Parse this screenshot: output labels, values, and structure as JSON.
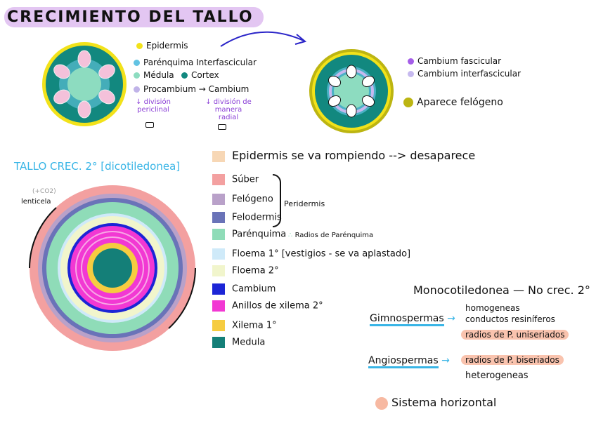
{
  "title": "CRECIMIENTO DEL TALLO",
  "primary_legend": [
    {
      "label": "Epidermis",
      "color": "#f2e21a"
    },
    {
      "label": "Parénquima Interfascicular",
      "color": "#62c3e3"
    },
    {
      "label": "Médula",
      "color": "#8ddcc0"
    },
    {
      "label": "Cortex",
      "color": "#12887f"
    },
    {
      "label": "Procambium",
      "color": "#c0b3e8"
    }
  ],
  "procambium_arrow": "→ Cambium",
  "note_left": "↓ división periclinal",
  "note_right": "↓ división de manera radial",
  "secondary_legend_top": [
    {
      "label": "Cambium fascicular",
      "color": "#a55ee8"
    },
    {
      "label": "Cambium interfascicular",
      "color": "#c6b9ef"
    }
  ],
  "felogeno_label": "Aparece felógeno",
  "felogeno_color": "#bcb512",
  "section2": {
    "title": "TALLO CREC. 2°",
    "tag": "[dicotiledonea]",
    "lenticela": "lenticela",
    "co2": "(+CO2)"
  },
  "layers": [
    {
      "label": "Epidermis se va rompiendo --> desaparece",
      "color": "#f7d7b5"
    },
    {
      "label": "Súber",
      "color": "#f3a0a0"
    },
    {
      "label": "Felógeno",
      "color": "#b9a1c9"
    },
    {
      "label": "Felodermis",
      "color": "#6a73b8"
    },
    {
      "label": "Parénquima",
      "color": "#8fdcb8"
    },
    {
      "label": "Floema 1° [vestigios - se va aplastado]",
      "color": "#cfeaf9"
    },
    {
      "label": "Floema 2°",
      "color": "#f1f5cc"
    },
    {
      "label": "Cambium",
      "color": "#1c25d6"
    },
    {
      "label": "Anillos de xilema 2°",
      "color": "#f238d3"
    },
    {
      "label": "Xilema 1°",
      "color": "#f6cc40"
    },
    {
      "label": "Medula",
      "color": "#147f78"
    }
  ],
  "peridermis": "Peridermis",
  "radios": "Radios de Parénquima",
  "mono": "Monocotiledonea — No crec. 2°",
  "gimno": {
    "label": "Gimnospermas",
    "items": [
      "homogeneas",
      "conductos resiníferos",
      "radios de P. uniseriados"
    ]
  },
  "angio": {
    "label": "Angiospermas",
    "items": [
      "radios de P. biseriados",
      "heterogeneas"
    ]
  },
  "sistema": {
    "label": "Sistema horizontal",
    "color": "#f7b9a2"
  }
}
